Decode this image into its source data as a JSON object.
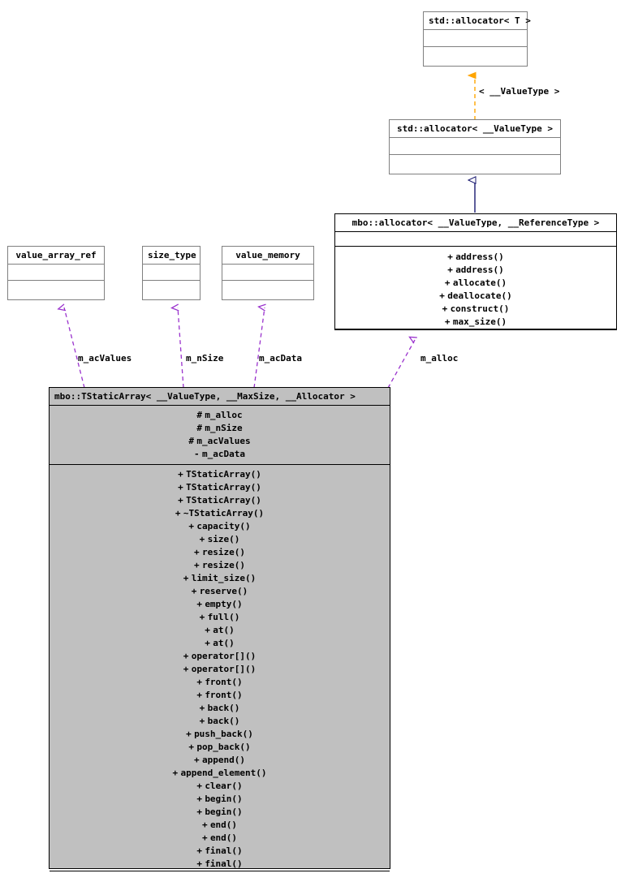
{
  "diagram": {
    "kind": "uml-class-diagram",
    "colors": {
      "node_fill_primary": "#c0c0c0",
      "node_fill_default": "#ffffff",
      "node_border_light": "#808080",
      "node_border_dark": "#000000",
      "edge_inheritance": "#191970",
      "edge_usage": "#9a32cd",
      "edge_template": "#ffa500",
      "text": "#000000"
    },
    "nodes": {
      "std_allocator_t": {
        "title": "std::allocator< T >",
        "attributes": [],
        "operations": []
      },
      "std_allocator_valuetype": {
        "title": "std::allocator< __ValueType >",
        "attributes": [],
        "operations": []
      },
      "mbo_allocator": {
        "title": "mbo::allocator< __ValueType, __ReferenceType >",
        "attributes": [],
        "operations": [
          {
            "visibility": "+",
            "name": "address()"
          },
          {
            "visibility": "+",
            "name": "address()"
          },
          {
            "visibility": "+",
            "name": "allocate()"
          },
          {
            "visibility": "+",
            "name": "deallocate()"
          },
          {
            "visibility": "+",
            "name": "construct()"
          },
          {
            "visibility": "+",
            "name": "max_size()"
          }
        ]
      },
      "value_array_ref": {
        "title": "value_array_ref",
        "attributes": [],
        "operations": []
      },
      "size_type": {
        "title": "size_type",
        "attributes": [],
        "operations": []
      },
      "value_memory": {
        "title": "value_memory",
        "attributes": [],
        "operations": []
      },
      "mbo_tstaticarray": {
        "title": "mbo::TStaticArray< __ValueType, __MaxSize, __Allocator >",
        "attributes": [
          {
            "visibility": "#",
            "name": "m_alloc"
          },
          {
            "visibility": "#",
            "name": "m_nSize"
          },
          {
            "visibility": "#",
            "name": "m_acValues"
          },
          {
            "visibility": "-",
            "name": "m_acData"
          }
        ],
        "operations": [
          {
            "visibility": "+",
            "name": "TStaticArray()"
          },
          {
            "visibility": "+",
            "name": "TStaticArray()"
          },
          {
            "visibility": "+",
            "name": "TStaticArray()"
          },
          {
            "visibility": "+",
            "name": "~TStaticArray()"
          },
          {
            "visibility": "+",
            "name": "capacity()"
          },
          {
            "visibility": "+",
            "name": "size()"
          },
          {
            "visibility": "+",
            "name": "resize()"
          },
          {
            "visibility": "+",
            "name": "resize()"
          },
          {
            "visibility": "+",
            "name": "limit_size()"
          },
          {
            "visibility": "+",
            "name": "reserve()"
          },
          {
            "visibility": "+",
            "name": "empty()"
          },
          {
            "visibility": "+",
            "name": "full()"
          },
          {
            "visibility": "+",
            "name": "at()"
          },
          {
            "visibility": "+",
            "name": "at()"
          },
          {
            "visibility": "+",
            "name": "operator[]()"
          },
          {
            "visibility": "+",
            "name": "operator[]()"
          },
          {
            "visibility": "+",
            "name": "front()"
          },
          {
            "visibility": "+",
            "name": "front()"
          },
          {
            "visibility": "+",
            "name": "back()"
          },
          {
            "visibility": "+",
            "name": "back()"
          },
          {
            "visibility": "+",
            "name": "push_back()"
          },
          {
            "visibility": "+",
            "name": "pop_back()"
          },
          {
            "visibility": "+",
            "name": "append()"
          },
          {
            "visibility": "+",
            "name": "append_element()"
          },
          {
            "visibility": "+",
            "name": "clear()"
          },
          {
            "visibility": "+",
            "name": "begin()"
          },
          {
            "visibility": "+",
            "name": "begin()"
          },
          {
            "visibility": "+",
            "name": "end()"
          },
          {
            "visibility": "+",
            "name": "end()"
          },
          {
            "visibility": "+",
            "name": "final()"
          },
          {
            "visibility": "+",
            "name": "final()"
          }
        ]
      }
    },
    "edge_labels": {
      "template_binding": "< __ValueType >",
      "m_acValues": "m_acValues",
      "m_nSize": "m_nSize",
      "m_acData": "m_acData",
      "m_alloc": "m_alloc"
    }
  }
}
